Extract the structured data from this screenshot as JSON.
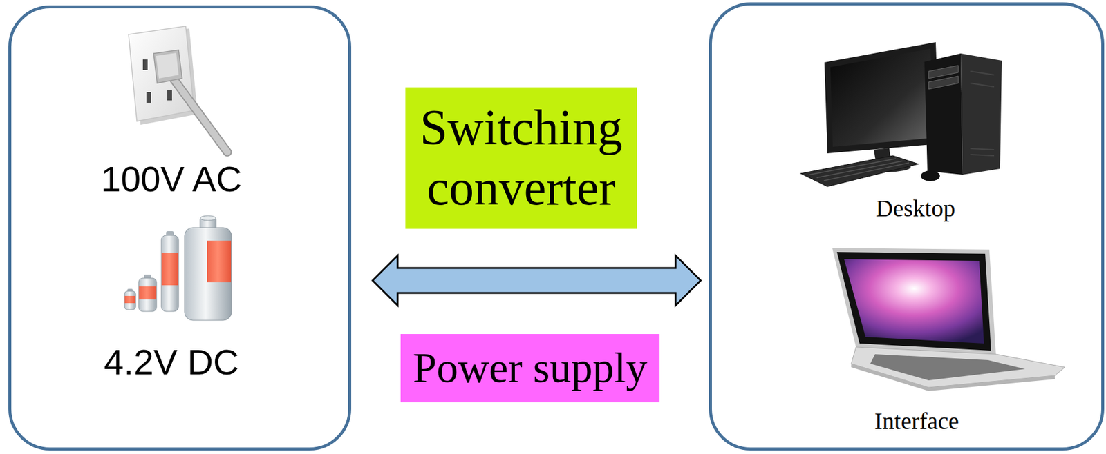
{
  "diagram": {
    "nodes": [
      {
        "text": [
          "100V AC",
          "4.2V DC"
        ]
      },
      {
        "text": [
          "Switching converter"
        ]
      },
      {
        "text": [
          "Power supply"
        ]
      },
      {
        "text": [
          "Desktop",
          "Interface"
        ]
      }
    ],
    "edges": [
      {
        "from": 0,
        "to": 3,
        "arrow": "both"
      }
    ]
  }
}
